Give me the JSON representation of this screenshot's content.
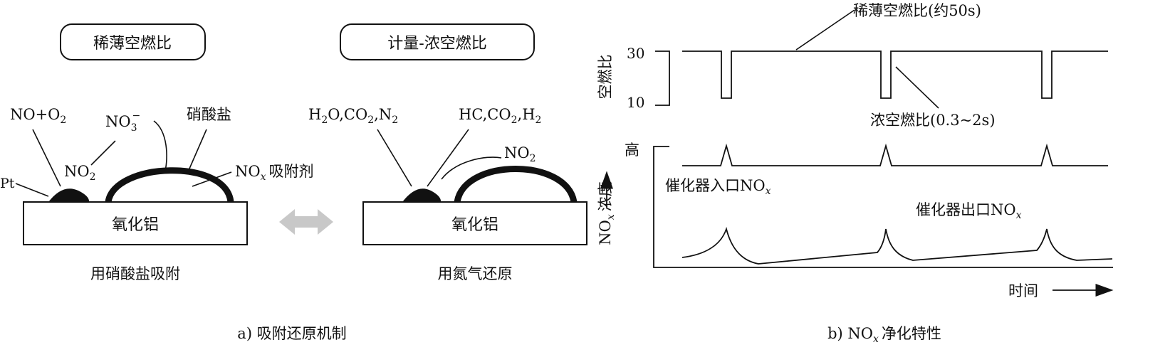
{
  "mechanism": {
    "lean_box_label": "稀薄空燃比",
    "rich_box_label": "计量-浓空燃比",
    "left": {
      "no_o2": "NO+O",
      "no_o2_sub": "2",
      "no3": "NO",
      "no3_sub": "3",
      "no3_sup": "−",
      "nitrate": "硝酸盐",
      "no2": "NO",
      "no2_sub": "2",
      "pt": "Pt",
      "nox_absorber": "NO",
      "nox_absorber_sub": "x",
      "nox_absorber_rest": "吸附剂",
      "substrate": "氧化铝",
      "caption": "用硝酸盐吸附"
    },
    "right": {
      "products_1": "H",
      "products_1_sub": "2",
      "products_2": "O,CO",
      "products_2_sub": "2",
      "products_3": ",N",
      "products_3_sub": "2",
      "reductants_1": "HC,CO",
      "reductants_1_sub": "2",
      "reductants_2": ",H",
      "reductants_2_sub": "2",
      "no2": "NO",
      "no2_sub": "2",
      "substrate": "氧化铝",
      "caption": "用氮气还原"
    },
    "caption": "a) 吸附还原机制"
  },
  "chart_data": {
    "type": "line",
    "top_panel": {
      "ylabel": "空燃比",
      "yticks": [
        "30",
        "10"
      ],
      "lean_annotation": "稀薄空燃比(约50s)",
      "rich_annotation": "浓空燃比(0.3~2s)"
    },
    "bottom_panel": {
      "ylabel_main": "NO",
      "ylabel_sub": "x",
      "ylabel_rest": "浓度",
      "ytick_high": "高",
      "inlet_label": "催化器入口NO",
      "inlet_label_sub": "x",
      "outlet_label": "催化器出口NO",
      "outlet_label_sub": "x",
      "xlabel": "时间"
    },
    "caption_main": "b) NO",
    "caption_sub": "x",
    "caption_rest": "净化特性"
  },
  "colors": {
    "ink": "#111111",
    "arrow": "#c8c8c8"
  }
}
